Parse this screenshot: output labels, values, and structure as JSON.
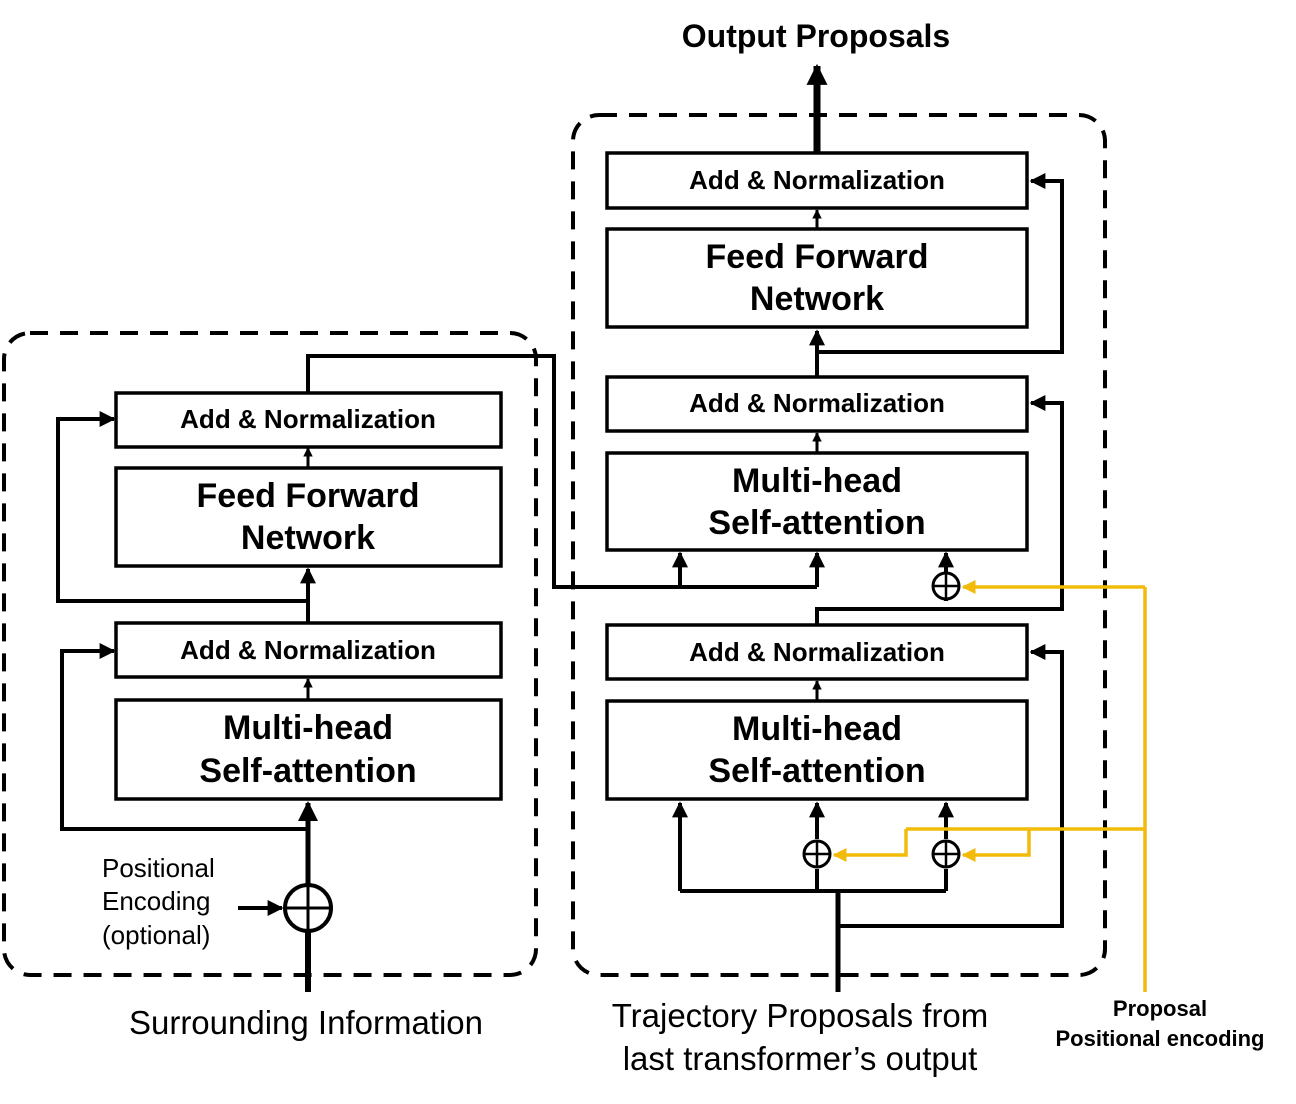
{
  "title": "Output Proposals",
  "encoder": {
    "add_norm_top": "Add & Normalization",
    "ffn_line1": "Feed Forward",
    "ffn_line2": "Network",
    "add_norm_bottom": "Add & Normalization",
    "mhsa_line1": "Multi-head",
    "mhsa_line2": "Self-attention",
    "pos_enc_line1": "Positional",
    "pos_enc_line2": "Encoding",
    "pos_enc_line3": "(optional)",
    "input_label": "Surrounding Information"
  },
  "decoder": {
    "add_norm_top": "Add & Normalization",
    "ffn_line1": "Feed Forward",
    "ffn_line2": "Network",
    "add_norm_mid": "Add & Normalization",
    "cross_mhsa_line1": "Multi-head",
    "cross_mhsa_line2": "Self-attention",
    "add_norm_bottom": "Add & Normalization",
    "mhsa_line1": "Multi-head",
    "mhsa_line2": "Self-attention",
    "input_line1": "Trajectory Proposals from",
    "input_line2": "last transformer’s output",
    "proposal_pe_line1": "Proposal",
    "proposal_pe_line2": "Positional encoding"
  },
  "colors": {
    "positional_encoding_wire": "#f2bb0a",
    "lines": "#000000"
  }
}
